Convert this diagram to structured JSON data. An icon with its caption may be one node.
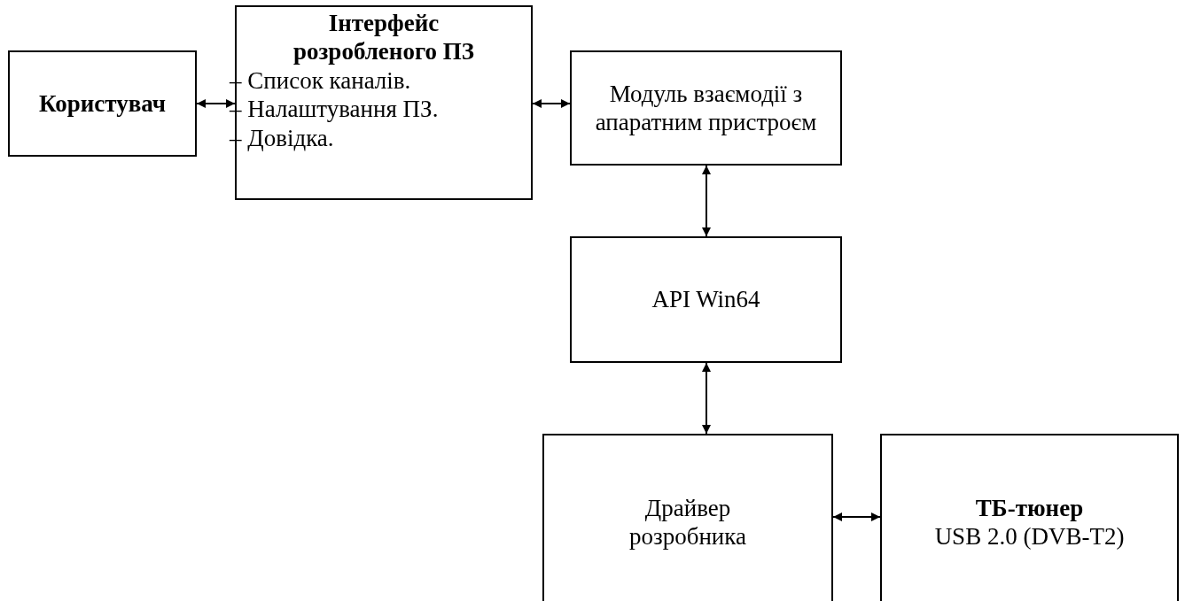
{
  "diagram": {
    "nodes": [
      {
        "text": [
          "Користувач"
        ]
      },
      {
        "text": [
          "Інтерфейс розробленого ПЗ",
          "– Список каналів.",
          "– Налаштування ПЗ.",
          "– Довідка."
        ]
      },
      {
        "text": [
          "Модуль взаємодії з апаратним пристроєм"
        ]
      },
      {
        "text": [
          "API Win64"
        ]
      },
      {
        "text": [
          "Драйвер розробника"
        ]
      },
      {
        "text": [
          "ТБ-тюнер",
          "USB 2.0 (DVB-T2)"
        ]
      }
    ],
    "edges": [
      {
        "from": 0,
        "to": 1,
        "arrow": "both"
      },
      {
        "from": 1,
        "to": 2,
        "arrow": "both"
      },
      {
        "from": 2,
        "to": 3,
        "arrow": "both"
      },
      {
        "from": 3,
        "to": 4,
        "arrow": "both"
      },
      {
        "from": 4,
        "to": 5,
        "arrow": "both"
      }
    ]
  }
}
